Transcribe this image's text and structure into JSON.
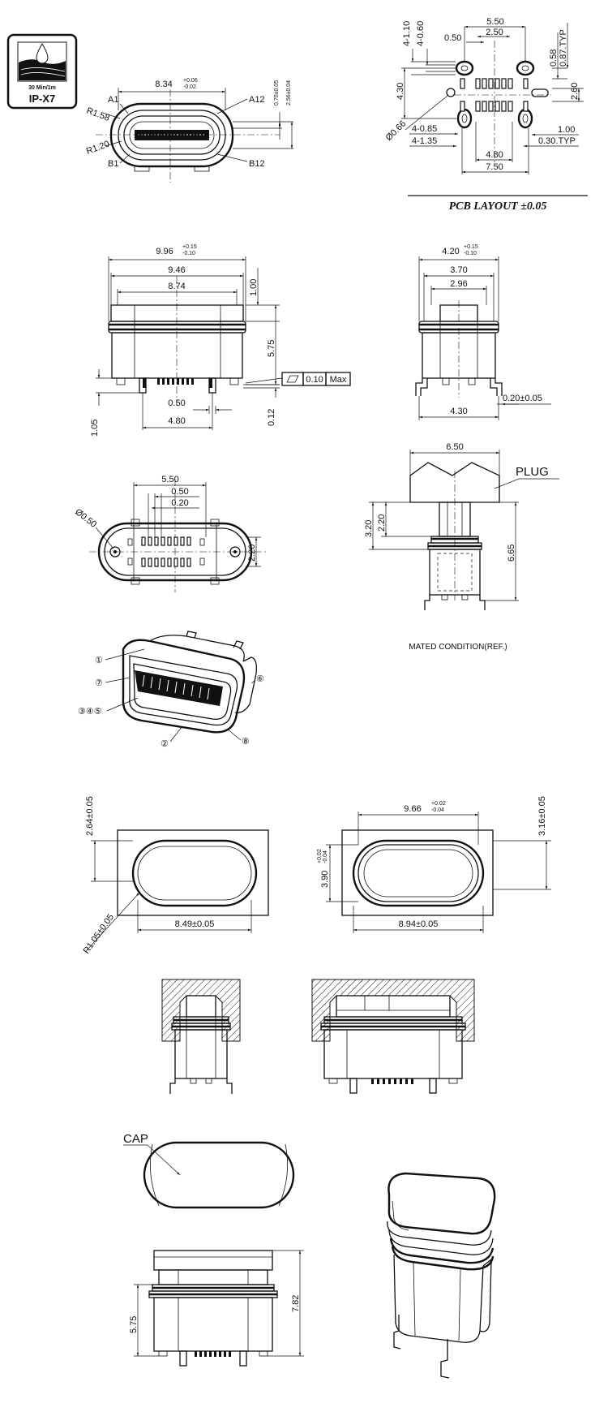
{
  "badge": {
    "line1": "30 Min/1m",
    "line2": "IP-X7"
  },
  "front_view": {
    "width_base": "8.34",
    "width_tol_plus": "+0.06",
    "width_tol_minus": "-0.02",
    "pin_a1": "A1",
    "pin_a12": "A12",
    "pin_b1": "B1",
    "pin_b12": "B12",
    "r_outer": "R1.58",
    "r_inner": "R1.20",
    "dim_070": "0.70±0.05",
    "dim_256": "2.56±0.04"
  },
  "pcb_layout": {
    "title": "PCB LAYOUT ±0.05",
    "d_550": "5.50",
    "d_250": "2.50",
    "d_050": "0.50",
    "d_4_110": "4-1.10",
    "d_4_060": "4-0.60",
    "d_058": "0.58",
    "d_087": "0.87.TYP",
    "d_430": "4.30",
    "d_260": "2.60",
    "d_066": "Ø0.66",
    "d_4_085": "4-0.85",
    "d_4_135": "4-1.35",
    "d_100": "1.00",
    "d_030": "0.30.TYP",
    "d_480": "4.80",
    "d_750": "7.50"
  },
  "side_view": {
    "d_996_base": "9.96",
    "d_996_p": "+0.15",
    "d_996_m": "-0.10",
    "d_946": "9.46",
    "d_874": "8.74",
    "d_100": "1.00",
    "d_575": "5.75",
    "flatness": "0.10",
    "flatness_max": "Max",
    "d_050": "0.50",
    "d_480": "4.80",
    "d_105": "1.05",
    "d_012": "0.12"
  },
  "end_view": {
    "d_420_base": "4.20",
    "d_420_p": "+0.15",
    "d_420_m": "-0.10",
    "d_370": "3.70",
    "d_296": "2.96",
    "d_430": "4.30",
    "d_020": "0.20±0.05"
  },
  "bottom_view": {
    "d_550": "5.50",
    "d_050": "0.50",
    "d_020": "0.20",
    "d_phi050": "Ø0.50",
    "d_220": "2.20"
  },
  "mated": {
    "d_650": "6.50",
    "plug": "PLUG",
    "d_320": "3.20",
    "d_220": "2.20",
    "d_665": "6.65",
    "caption": "MATED CONDITION(REF.)"
  },
  "iso_callouts": [
    "①",
    "⑦",
    "③④⑤",
    "②",
    "⑥",
    "⑧"
  ],
  "panel_cutout": {
    "d_264": "2.64±0.05",
    "d_849": "8.49±0.05",
    "d_r105": "R1.05±0.05",
    "d_966_base": "9.66",
    "d_966_p": "+0.02",
    "d_966_m": "-0.04",
    "d_390_base": "3.90",
    "d_390_p": "+0.02",
    "d_390_m": "-0.04",
    "d_316": "3.16±0.05",
    "d_894": "8.94±0.05"
  },
  "cap_view": {
    "label": "CAP"
  },
  "bottom_side": {
    "d_575": "5.75",
    "d_782": "7.82"
  }
}
